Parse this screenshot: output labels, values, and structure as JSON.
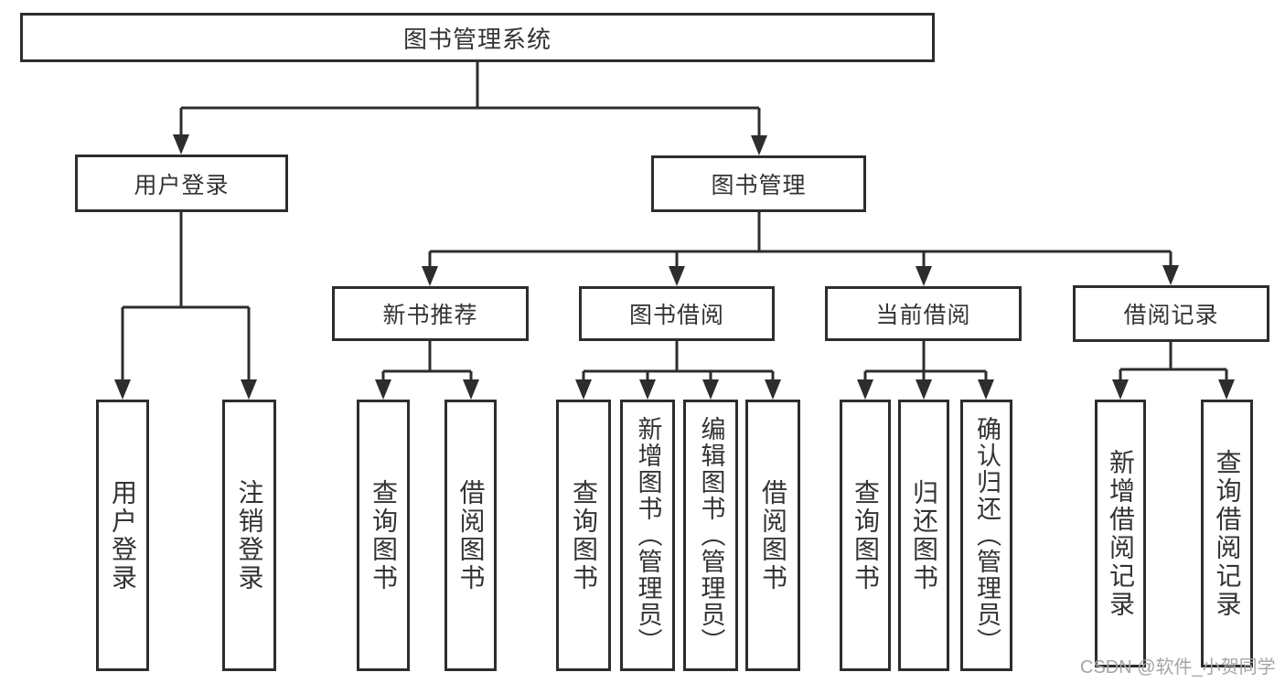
{
  "diagram": {
    "root": "图书管理系统",
    "user_login": {
      "label": "用户登录",
      "children": [
        "用户登录",
        "注销登录"
      ]
    },
    "book_management": {
      "label": "图书管理",
      "children": [
        {
          "label": "新书推荐",
          "children": [
            "查询图书",
            "借阅图书"
          ]
        },
        {
          "label": "图书借阅",
          "children": [
            "查询图书",
            "新增图书（管理员）",
            "编辑图书（管理员）",
            "借阅图书"
          ]
        },
        {
          "label": "当前借阅",
          "children": [
            "查询图书",
            "归还图书",
            "确认归还（管理员）"
          ]
        },
        {
          "label": "借阅记录",
          "children": [
            "新增借阅记录",
            "查询借阅记录"
          ]
        }
      ]
    }
  },
  "watermark": "CSDN @软件_小贺同学",
  "colors": {
    "background": "#ffffff",
    "box_border": "#2d2d2d",
    "connector_line": "#2d2d2d",
    "label_text": "#333333",
    "watermark_text": "#a5a5a5"
  }
}
